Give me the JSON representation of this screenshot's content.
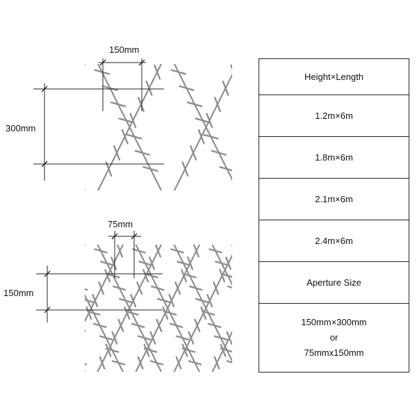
{
  "dimensions": {
    "top_width": "150mm",
    "top_height": "300mm",
    "bottom_width": "75mm",
    "bottom_height": "150mm"
  },
  "spec_table": {
    "header": "Height×Length",
    "sizes": [
      "1.2m×6m",
      "1.8m×6m",
      "2.1m×6m",
      "2.4m×6m"
    ],
    "aperture_header": "Aperture Size",
    "aperture_line1": "150mm×300mm",
    "aperture_or": "or",
    "aperture_line2": "75mmx150mm"
  },
  "colors": {
    "wire": "#8f8f8f",
    "dim_line": "#222222"
  }
}
